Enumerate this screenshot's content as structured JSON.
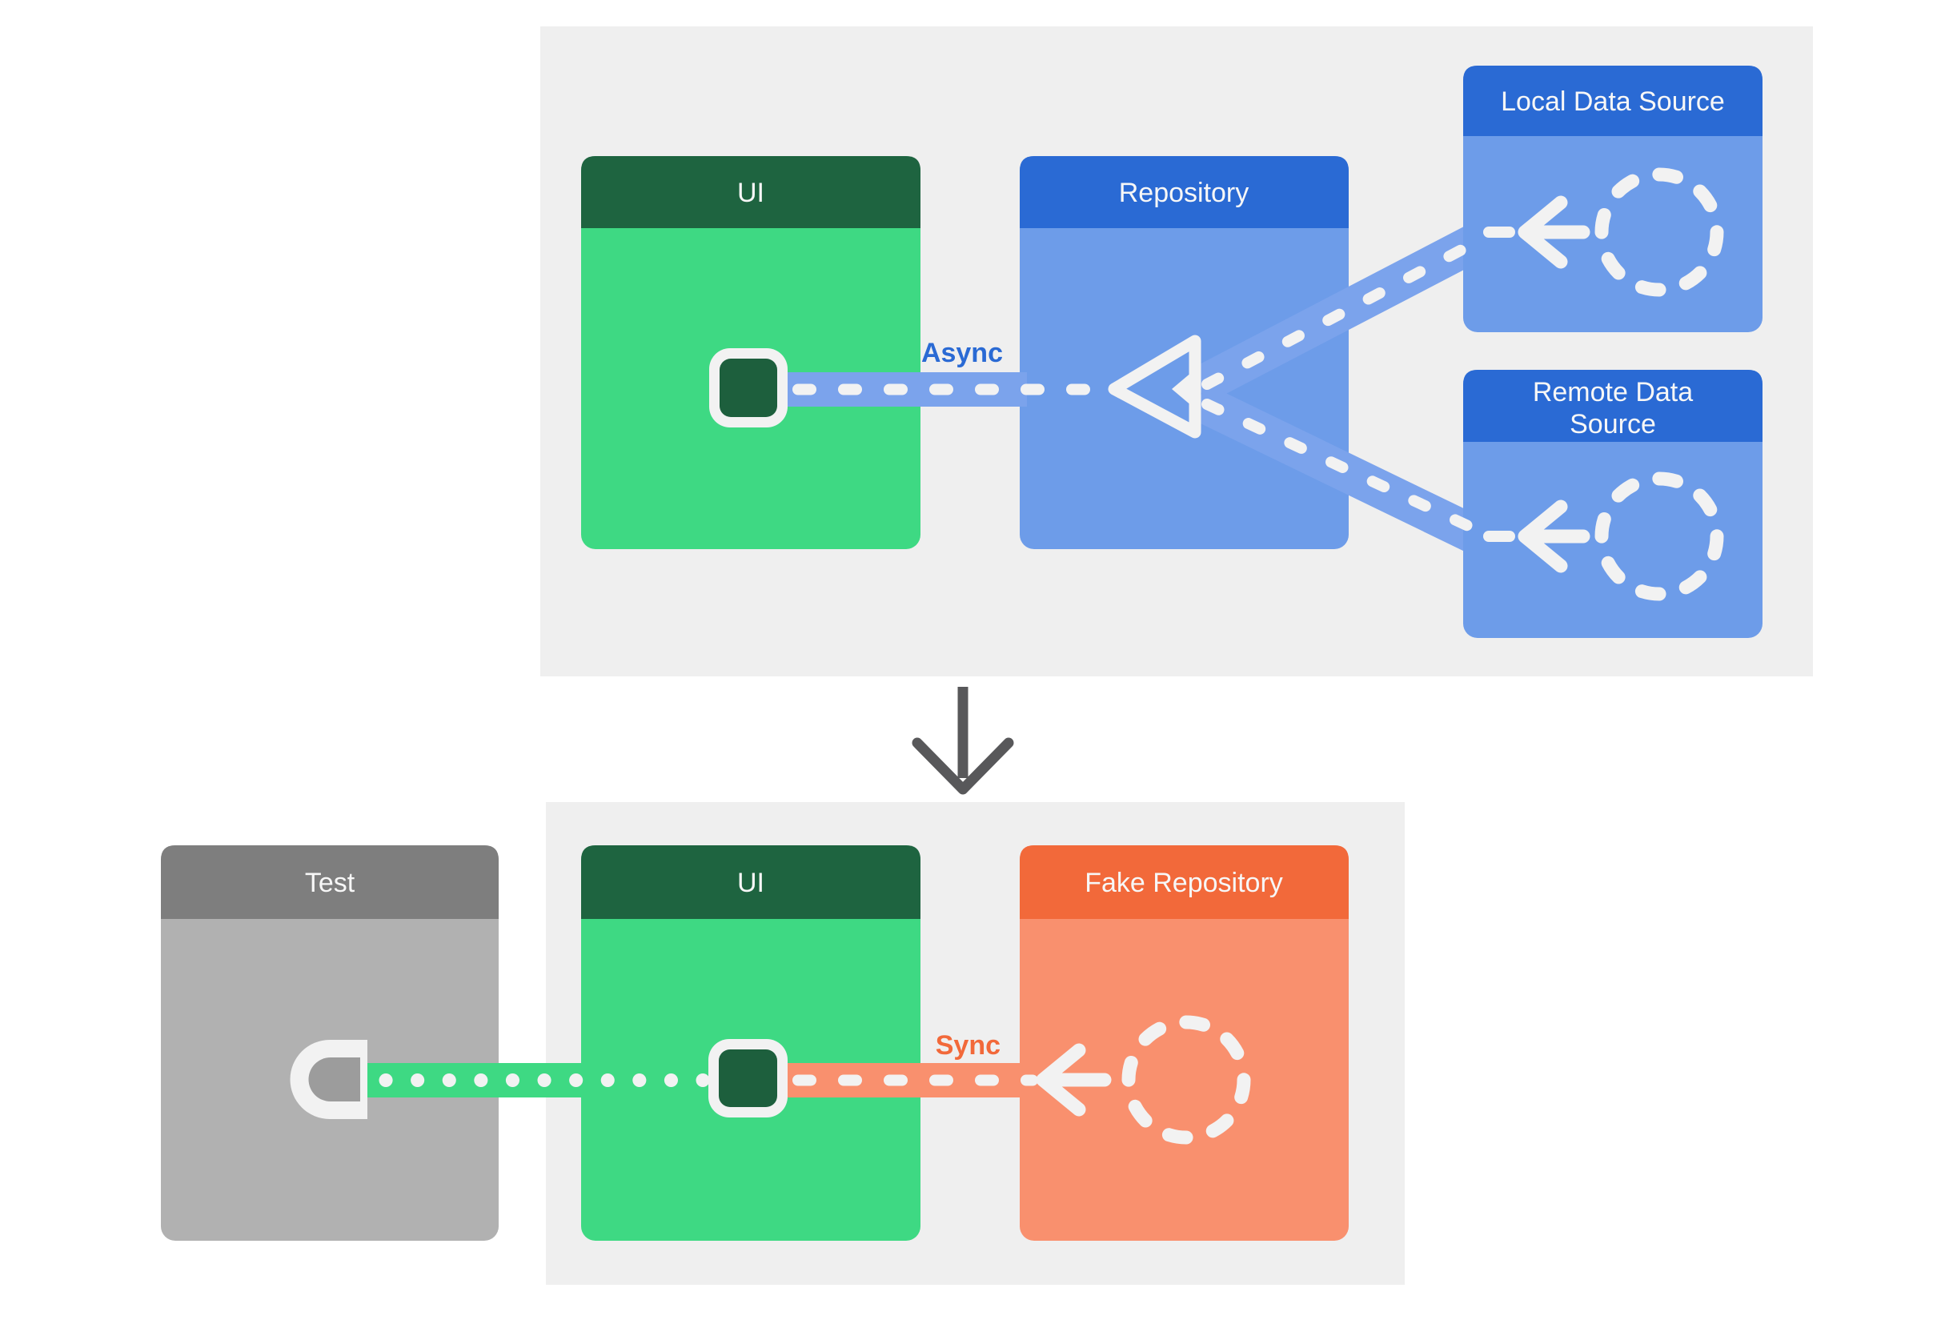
{
  "colors": {
    "panel_bg": "#EFEFEF",
    "white_stroke": "#F2F2F2",
    "text_white": "#F7F7F7",
    "green_header": "#1E6440",
    "green_body": "#3ED983",
    "phone_inner": "#1D5F3D",
    "blue_header": "#2A6AD4",
    "blue_body": "#6D9CE9",
    "blue_band": "#7BA3EC",
    "orange_header": "#F2693A",
    "orange_body": "#F9906E",
    "gray_header": "#7E7E7E",
    "gray_body": "#B1B1B1",
    "gray_socket_inner": "#9C9C9C",
    "down_arrow": "#58585A",
    "async_text": "#2A6AD4",
    "sync_text": "#F2693A"
  },
  "top_section": {
    "ui_box": {
      "title": "UI"
    },
    "repository_box": {
      "title": "Repository"
    },
    "local_data_source_box": {
      "title": "Local Data Source"
    },
    "remote_data_source_box": {
      "title_line1": "Remote Data",
      "title_line2": "Source"
    },
    "async_label": "Async"
  },
  "bottom_section": {
    "test_box": {
      "title": "Test"
    },
    "ui_box": {
      "title": "UI"
    },
    "fake_repository_box": {
      "title": "Fake Repository"
    },
    "sync_label": "Sync"
  },
  "icons": {
    "phone_screen": "screen-icon",
    "data_source_circle": "dashed-circle-icon",
    "left_arrow": "arrow-left-icon",
    "merge_triangle": "triangle-left-icon",
    "test_socket": "socket-icon",
    "flow_down": "down-arrow-icon"
  }
}
